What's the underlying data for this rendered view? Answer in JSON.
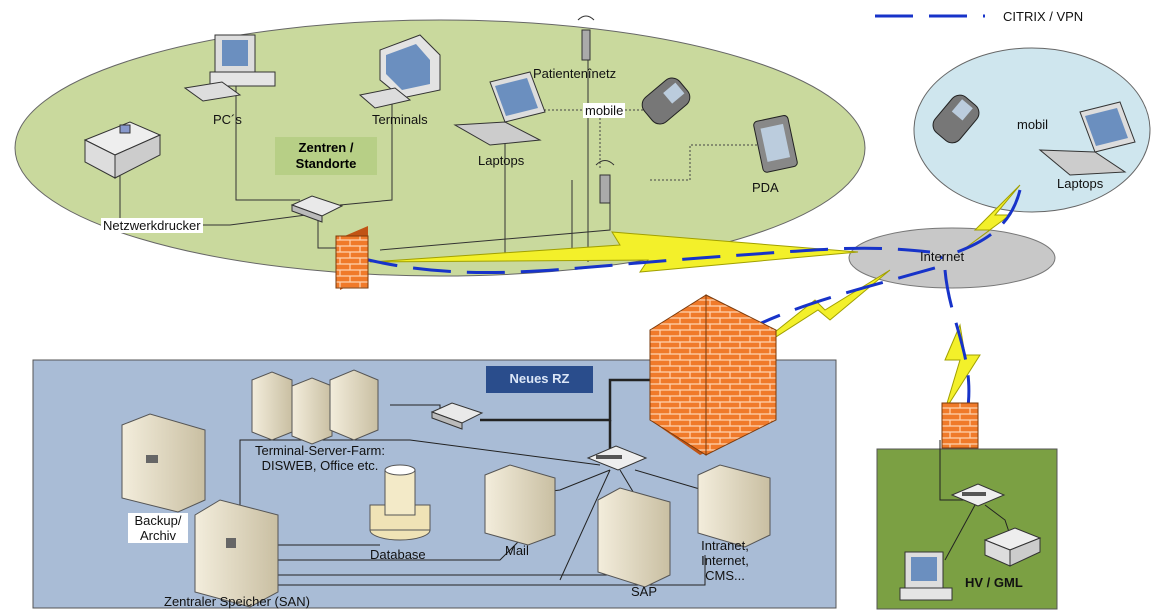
{
  "legend": {
    "label": "CITRIX / VPN",
    "line_color": "#1733c9"
  },
  "colors": {
    "site_ellipse": "#c9d99d",
    "mobile_ellipse": "#cfe6ee",
    "internet_ellipse": "#c8c8c8",
    "datacenter_box": "#a9bcd6",
    "hv_box": "#7ba043",
    "firewall": "#f07a2a",
    "lightning": "#f3f02a",
    "vpn": "#1733c9"
  },
  "site": {
    "title": "Zentren /\nStandorte",
    "labels": {
      "pcs": "PC´s",
      "terminals": "Terminals",
      "patientennetz": "Patientenînetz",
      "mobile": "mobile",
      "laptops": "Laptops",
      "pda": "PDA",
      "printer": "Netzwerkdrucker"
    }
  },
  "mobile_zone": {
    "mobil": "mobil",
    "laptops": "Laptops"
  },
  "internet": {
    "label": "Internet"
  },
  "datacenter": {
    "title": "Neues RZ",
    "labels": {
      "tsfarm": "Terminal-Server-Farm:\nDISWEB, Office etc.",
      "backup": "Backup/\nArchiv",
      "database": "Database",
      "mail": "Mail",
      "sap": "SAP",
      "intranet": "Intranet,\nInternet,\nCMS...",
      "storage": "Zentraler Speicher (SAN)"
    }
  },
  "hv": {
    "label": "HV / GML"
  }
}
